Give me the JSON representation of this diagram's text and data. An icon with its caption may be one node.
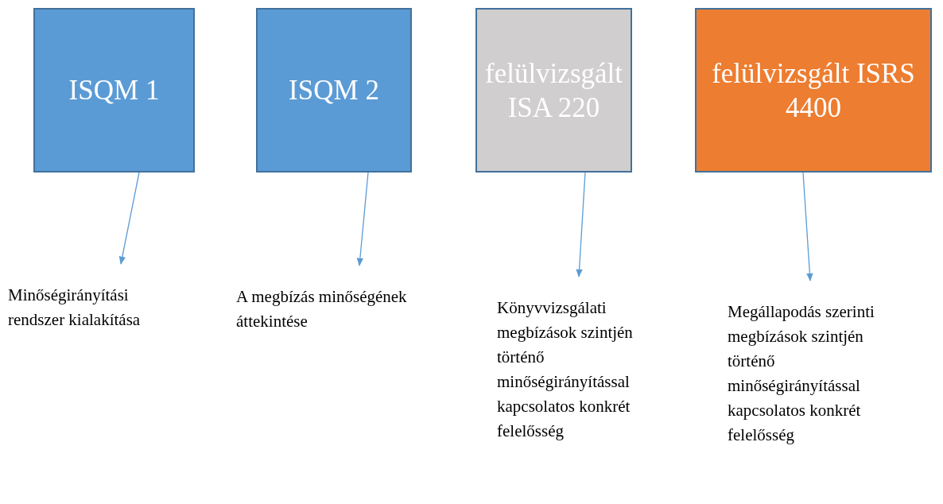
{
  "diagram": {
    "nodes": [
      {
        "text": [
          "ISQM 1"
        ]
      },
      {
        "text": [
          "ISQM 2"
        ]
      },
      {
        "text": [
          "felülvizsgált ISA 220"
        ]
      },
      {
        "text": [
          "felülvizsgált ISRS 4400"
        ]
      },
      {
        "text": [
          "Minőségirányítási rendszer kialakítása"
        ]
      },
      {
        "text": [
          "A megbízás minőségének áttekintése"
        ]
      },
      {
        "text": [
          "Könyvvizsgálati megbízások szintjén történő minőségirányítással kapcsolatos konkrét felelősség"
        ]
      },
      {
        "text": [
          "Megállapodás szerinti megbízások szintjén történő minőségirányítással kapcsolatos konkrét felelősség"
        ]
      }
    ],
    "edges": [
      {
        "from": 0,
        "to": 4,
        "arrow": "to"
      },
      {
        "from": 1,
        "to": 5,
        "arrow": "to"
      },
      {
        "from": 2,
        "to": 6,
        "arrow": "to"
      },
      {
        "from": 3,
        "to": 7,
        "arrow": "to"
      }
    ]
  }
}
